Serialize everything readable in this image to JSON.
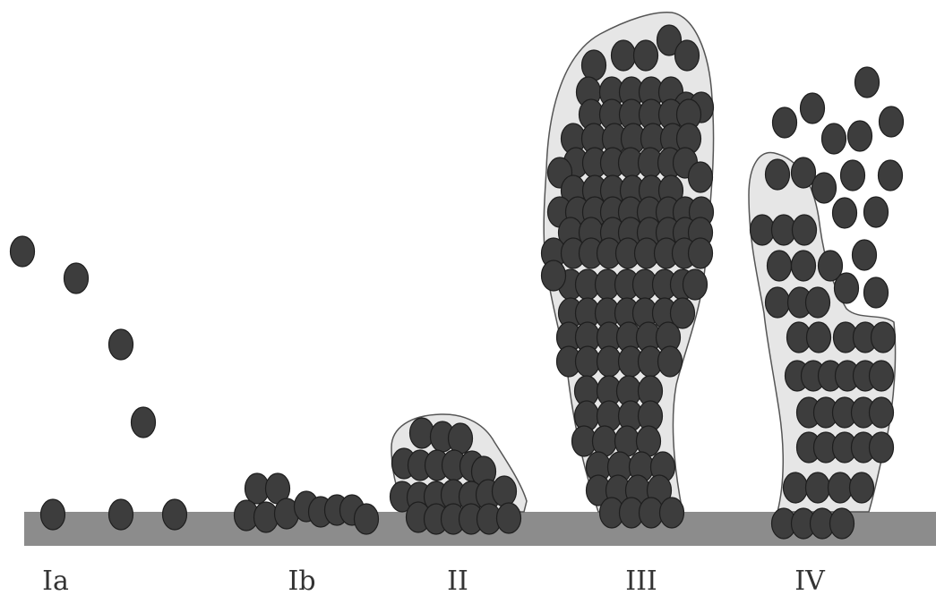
{
  "colors": {
    "surface": "#8c8c8c",
    "cell_fill": "#3d3d3d",
    "cell_stroke": "#1e1e1e",
    "matrix_fill": "#e6e6e6",
    "matrix_stroke": "#555555",
    "label_text": "#333333"
  },
  "stages": [
    {
      "id": "Ia",
      "label": "Ia"
    },
    {
      "id": "Ib",
      "label": "Ib"
    },
    {
      "id": "II",
      "label": "II"
    },
    {
      "id": "III",
      "label": "III"
    },
    {
      "id": "IV",
      "label": "IV"
    }
  ]
}
